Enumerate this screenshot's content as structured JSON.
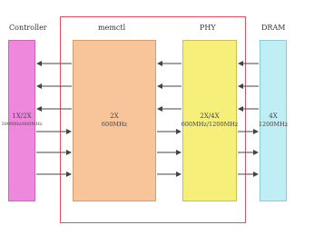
{
  "columns": {
    "controller": {
      "title": "Controller",
      "line1": "1X/2X",
      "line2": "300MHz/600MHz"
    },
    "memctl": {
      "title": "memctl",
      "line1": "2X",
      "line2": "600MHz"
    },
    "phy": {
      "title": "PHY",
      "line1": "2X/4X",
      "line2": "600MHz/1200MHz"
    },
    "dram": {
      "title": "DRAM",
      "line1": "4X",
      "line2": "1200MHz"
    }
  },
  "colors": {
    "controller": "#ee88dd",
    "memctl": "#f8c49a",
    "phy": "#f6f07a",
    "dram": "#bfeef4",
    "frame": "#e05060"
  },
  "arrows": [
    {
      "direction": "left"
    },
    {
      "direction": "left"
    },
    {
      "direction": "left"
    },
    {
      "direction": "right"
    },
    {
      "direction": "right"
    },
    {
      "direction": "right"
    }
  ]
}
